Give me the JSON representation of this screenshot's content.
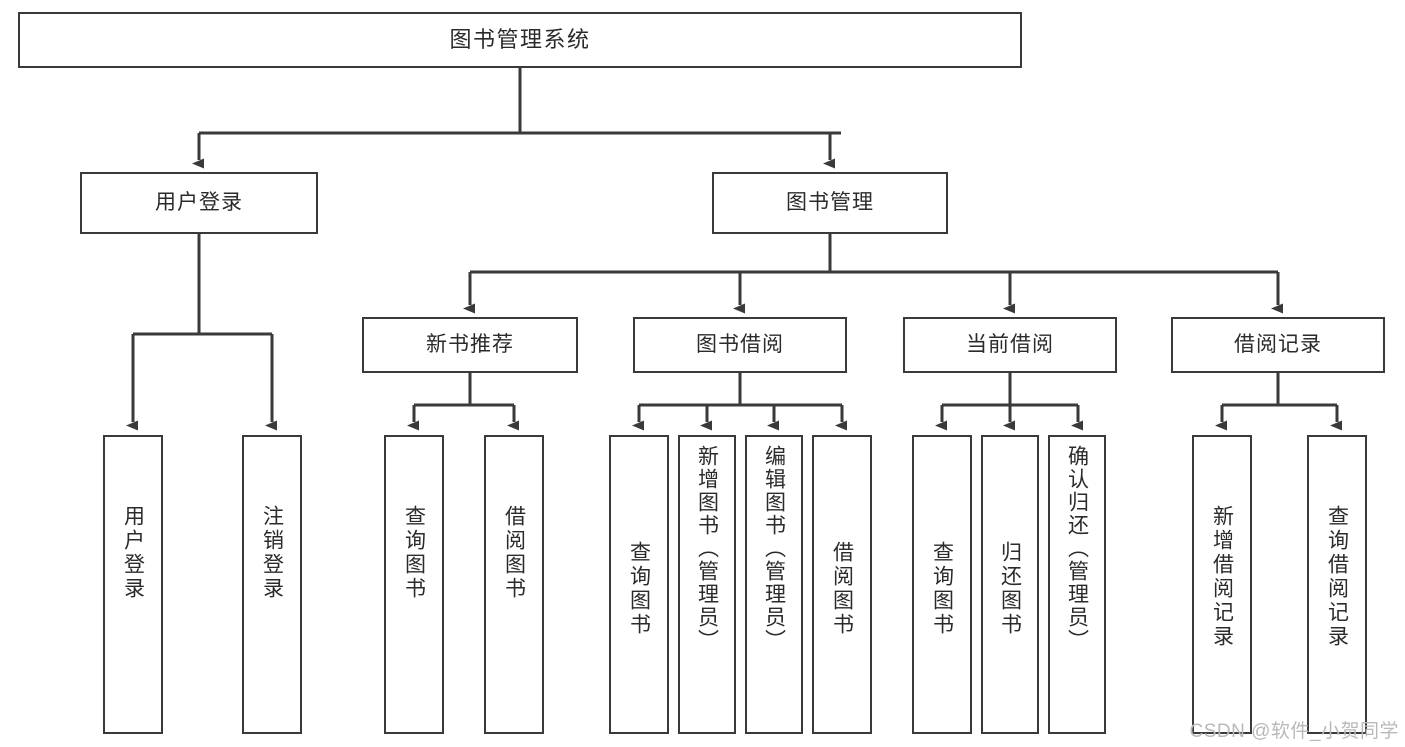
{
  "diagram": {
    "title": "图书管理系统",
    "type": "tree",
    "root": {
      "id": "root",
      "label": "图书管理系统"
    },
    "level2": [
      {
        "id": "user-login",
        "label": "用户登录"
      },
      {
        "id": "book-manage",
        "label": "图书管理"
      }
    ],
    "level3": [
      {
        "id": "new-book-rec",
        "label": "新书推荐"
      },
      {
        "id": "book-borrow",
        "label": "图书借阅"
      },
      {
        "id": "current-borrow",
        "label": "当前借阅"
      },
      {
        "id": "borrow-record",
        "label": "借阅记录"
      }
    ],
    "leaves": [
      {
        "id": "leaf-user-login",
        "label": "用户登录",
        "parent": "user-login"
      },
      {
        "id": "leaf-logout",
        "label": "注销登录",
        "parent": "user-login"
      },
      {
        "id": "leaf-query-book-1",
        "label": "查询图书",
        "parent": "new-book-rec"
      },
      {
        "id": "leaf-borrow-book-1",
        "label": "借阅图书",
        "parent": "new-book-rec"
      },
      {
        "id": "leaf-query-book-2",
        "label": "查询图书",
        "parent": "book-borrow"
      },
      {
        "id": "leaf-add-book",
        "label": "新增图书（管理员）",
        "parent": "book-borrow"
      },
      {
        "id": "leaf-edit-book",
        "label": "编辑图书（管理员）",
        "parent": "book-borrow"
      },
      {
        "id": "leaf-borrow-book-2",
        "label": "借阅图书",
        "parent": "book-borrow"
      },
      {
        "id": "leaf-query-book-3",
        "label": "查询图书",
        "parent": "current-borrow"
      },
      {
        "id": "leaf-return-book",
        "label": "归还图书",
        "parent": "current-borrow"
      },
      {
        "id": "leaf-confirm-return",
        "label": "确认归还（管理员）",
        "parent": "current-borrow"
      },
      {
        "id": "leaf-add-record",
        "label": "新增借阅记录",
        "parent": "borrow-record"
      },
      {
        "id": "leaf-query-record",
        "label": "查询借阅记录",
        "parent": "borrow-record"
      }
    ]
  },
  "watermark": {
    "text": "CSDN @软件_小贺同学"
  },
  "colors": {
    "background": "#ffffff",
    "node_border": "#3a3a3a",
    "node_fill": "#ffffff",
    "text": "#2b2b2b",
    "edge": "#3a3a3a",
    "watermark": "#b9b9b9"
  }
}
